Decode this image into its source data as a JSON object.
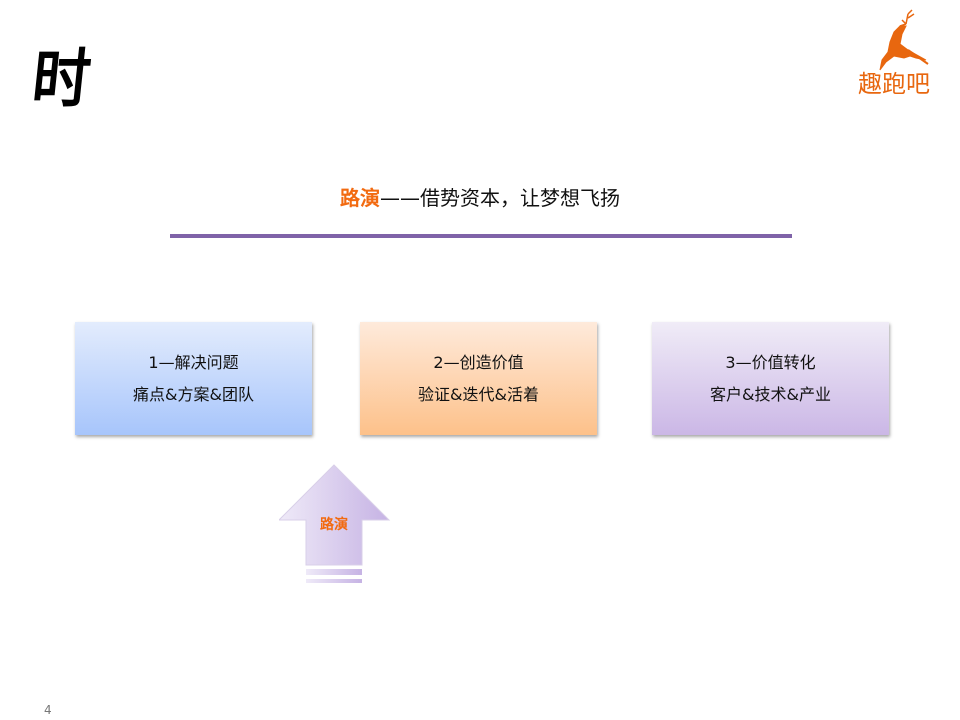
{
  "header": {
    "calligraphy_char": "时",
    "logo_text": "趣跑吧"
  },
  "title": {
    "highlight": "路演",
    "rest": "——借势资本，让梦想飞扬"
  },
  "boxes": [
    {
      "line1": "1—解决问题",
      "line2": "痛点&方案&团队"
    },
    {
      "line1": "2—创造价值",
      "line2": "验证&迭代&活着"
    },
    {
      "line1": "3—价值转化",
      "line2": "客户&技术&产业"
    }
  ],
  "arrow": {
    "label": "路演"
  },
  "footer": {
    "page_number": "4"
  },
  "colors": {
    "accent": "#f26a10",
    "rule": "#7f63a8"
  }
}
